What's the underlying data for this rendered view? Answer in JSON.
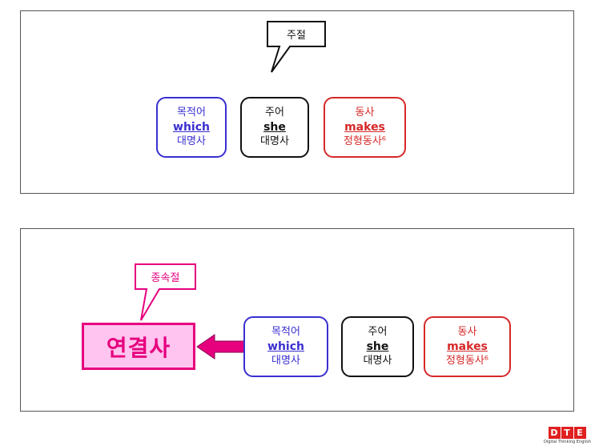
{
  "panel1": {
    "callout": "주절",
    "boxes": [
      {
        "top": "목적어",
        "word": "which",
        "bottom": "대명사"
      },
      {
        "top": "주어",
        "word": "she",
        "bottom": "대명사"
      },
      {
        "top": "동사",
        "word": "makes",
        "bottom": "정형동사⁶"
      }
    ]
  },
  "panel2": {
    "callout": "종속절",
    "connector": "연결사",
    "boxes": [
      {
        "top": "목적어",
        "word": "which",
        "bottom": "대명사"
      },
      {
        "top": "주어",
        "word": "she",
        "bottom": "대명사"
      },
      {
        "top": "동사",
        "word": "makes",
        "bottom": "정형동사⁶"
      }
    ]
  },
  "logo": {
    "letters": [
      "D",
      "T",
      "E"
    ],
    "subtitle": "Digital Thinking English"
  },
  "colors": {
    "object": "#3a2fd0",
    "subject": "#111111",
    "verb": "#d62828",
    "connector_fill": "#ffc4ef",
    "connector_border": "#e6007e"
  }
}
